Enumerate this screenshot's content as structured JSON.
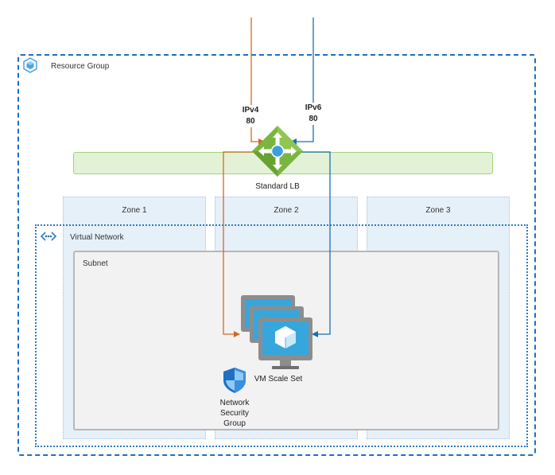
{
  "resource_group": {
    "label": "Resource Group",
    "icon": "resource-group-icon"
  },
  "load_balancer": {
    "label": "Standard LB",
    "icon": "load-balancer-icon",
    "accent": "#7ab63f"
  },
  "ipv4": {
    "label": "IPv4",
    "port": "80",
    "color": "#d26a1f"
  },
  "ipv6": {
    "label": "IPv6",
    "port": "80",
    "color": "#1b6fb0"
  },
  "zones": [
    {
      "label": "Zone 1"
    },
    {
      "label": "Zone 2"
    },
    {
      "label": "Zone 3"
    }
  ],
  "virtual_network": {
    "label": "Virtual Network",
    "icon": "virtual-network-icon"
  },
  "subnet": {
    "label": "Subnet"
  },
  "vm_scale_set": {
    "label": "VM Scale Set",
    "icon": "vm-scale-set-icon"
  },
  "nsg": {
    "label_line1": "Network",
    "label_line2": "Security",
    "label_line3": "Group",
    "icon": "shield-icon"
  }
}
